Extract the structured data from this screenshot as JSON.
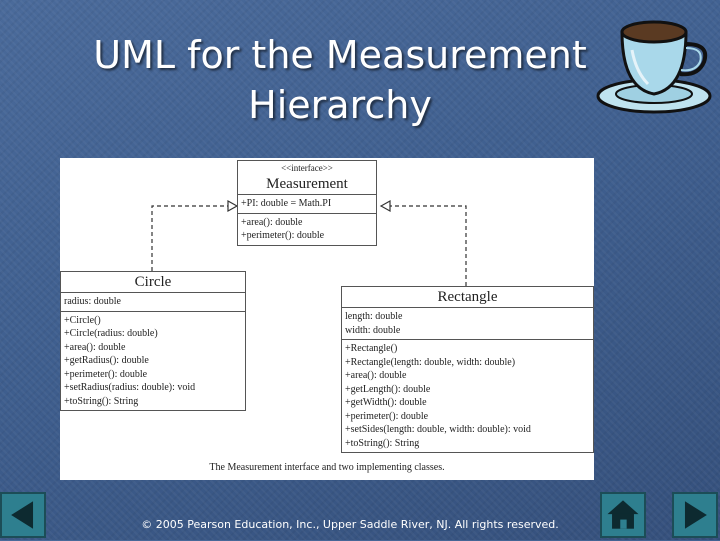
{
  "slide": {
    "title_line1": "UML for the Measurement",
    "title_line2": "Hierarchy",
    "copyright": "© 2005 Pearson Education, Inc., Upper Saddle River, NJ.  All rights reserved.",
    "accent_color": "#2e7f8f"
  },
  "figure": {
    "caption": "The Measurement interface and two implementing classes.",
    "measurement": {
      "stereotype": "<<interface>>",
      "name": "Measurement",
      "attributes": [
        "+PI: double = Math.PI"
      ],
      "methods": [
        "+area(): double",
        "+perimeter(): double"
      ]
    },
    "circle": {
      "name": "Circle",
      "attributes": [
        "radius: double"
      ],
      "methods": [
        "+Circle()",
        "+Circle(radius: double)",
        "+area(): double",
        "+getRadius(): double",
        "+perimeter(): double",
        "+setRadius(radius: double): void",
        "+toString(): String"
      ]
    },
    "rectangle": {
      "name": "Rectangle",
      "attributes": [
        "length: double",
        "width: double"
      ],
      "methods": [
        "+Rectangle()",
        "+Rectangle(length: double, width: double)",
        "+area(): double",
        "+getLength(): double",
        "+getWidth(): double",
        "+perimeter(): double",
        "+setSides(length: double, width: double): void",
        "+toString(): String"
      ]
    }
  },
  "navigation": {
    "prev_icon": "triangle-left-icon",
    "home_icon": "home-icon",
    "next_icon": "triangle-right-icon"
  },
  "decor": {
    "cup_icon": "coffee-cup-icon"
  }
}
